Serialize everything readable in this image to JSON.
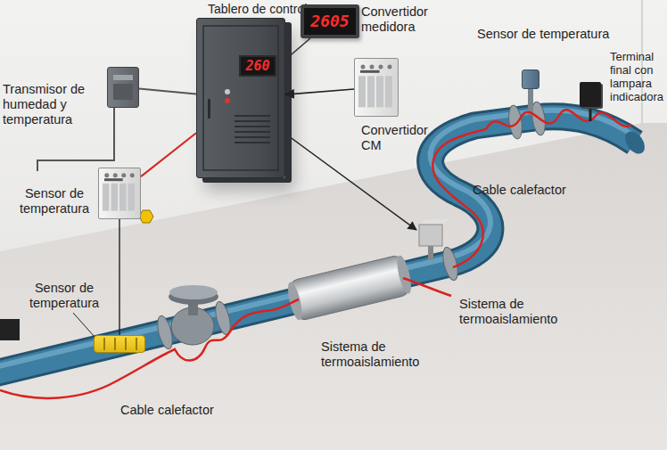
{
  "diagram": {
    "nodes": [
      {
        "text": [
          "Tablero de control"
        ]
      },
      {
        "text": [
          "260"
        ],
        "in": 0
      },
      {
        "text": [
          "2605",
          "Convertidor medidora"
        ]
      },
      {
        "text": [
          "Transmisor de humedad y temperatura"
        ]
      },
      {
        "text": [
          "Convertidor CM"
        ]
      },
      {
        "text": [
          "Sensor de temperatura"
        ]
      },
      {
        "text": [
          "Sensor de temperatura"
        ]
      },
      {
        "text": [
          "Terminal final con lampara indicadora"
        ]
      },
      {
        "text": [
          "Sensor de temperatura"
        ]
      }
    ],
    "edges": [
      {
        "from": 4,
        "to": 0,
        "arrow": "to"
      },
      {
        "from": 0,
        "to": 2,
        "arrow": "none"
      },
      {
        "from": 3,
        "to": 0,
        "arrow": "none"
      },
      {
        "from": 5,
        "to": 0,
        "arrow": "none"
      },
      {
        "from": 8,
        "to": 5,
        "arrow": "none"
      }
    ],
    "labels": [
      "Cable calefactor",
      "Sistema de termoaislamiento",
      "Sistema de termoaislamiento",
      "Cable calefactor"
    ]
  }
}
